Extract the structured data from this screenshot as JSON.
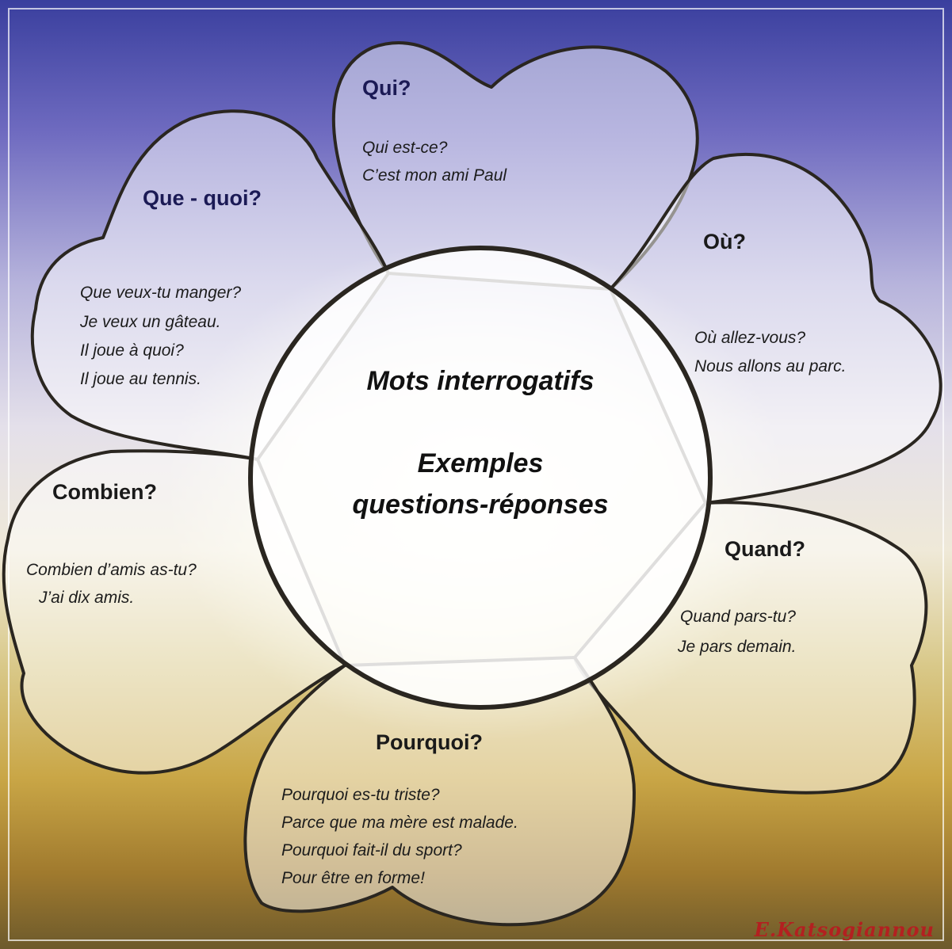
{
  "center": {
    "title": "Mots interrogatifs",
    "subtitle_line1": "Exemples",
    "subtitle_line2": "questions-réponses"
  },
  "petals": {
    "qui": {
      "title": "Qui?",
      "lines": [
        "Qui est-ce?",
        "C’est mon ami Paul"
      ]
    },
    "ou": {
      "title": "Où?",
      "lines": [
        "Où allez-vous?",
        "Nous allons au parc."
      ]
    },
    "quand": {
      "title": "Quand?",
      "lines": [
        "Quand pars-tu?",
        "Je pars demain."
      ]
    },
    "pourquoi": {
      "title": "Pourquoi?",
      "lines": [
        "Pourquoi es-tu triste?",
        "Parce que ma mère est malade.",
        "Pourquoi fait-il du sport?",
        "Pour être en forme!"
      ]
    },
    "combien": {
      "title": "Combien?",
      "lines": [
        "Combien d’amis as-tu?",
        "J’ai dix amis."
      ]
    },
    "que_quoi": {
      "title": "Que - quoi?",
      "lines": [
        "Que veux-tu manger?",
        "Je veux un gâteau.",
        "Il joue à quoi?",
        "Il joue au tennis."
      ]
    }
  },
  "signature": "E.Katsogiannou",
  "colors": {
    "outline": "#2a2620",
    "sky_top": "#3a3f9e",
    "field": "#c9a646",
    "signature": "#b32020"
  }
}
